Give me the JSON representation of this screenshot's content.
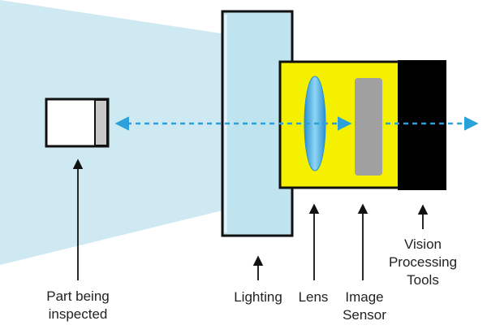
{
  "labels": {
    "part_line1": "Part being",
    "part_line2": "inspected",
    "lighting": "Lighting",
    "lens": "Lens",
    "sensor_line1": "Image",
    "sensor_line2": "Sensor",
    "tools_line1": "Vision",
    "tools_line2": "Processing",
    "tools_line3": "Tools"
  },
  "colors": {
    "light_beam": "#cfe9f2",
    "lighting_fill": "#bfe3ef",
    "camera_body": "#f5f000",
    "lens": "#4fb3e0",
    "image_sensor": "#a0a0a0",
    "processing_tools": "#000000",
    "optical_axis": "#2aa1d8",
    "outline": "#111111"
  }
}
